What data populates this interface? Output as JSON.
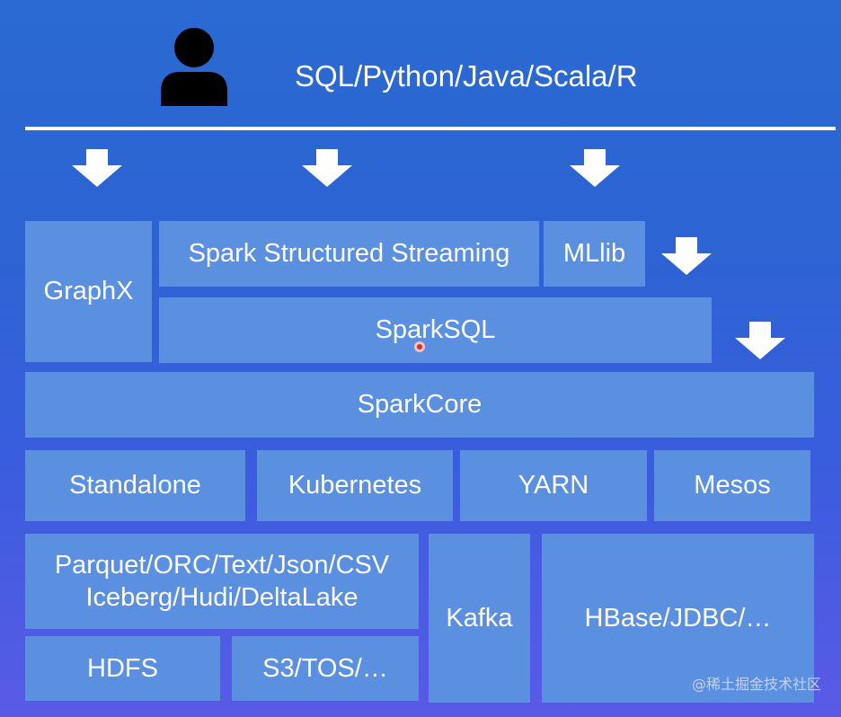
{
  "header": {
    "languages": "SQL/Python/Java/Scala/R",
    "user_icon": "user-icon"
  },
  "layers": {
    "graphx": "GraphX",
    "structured_streaming": "Spark Structured Streaming",
    "mllib": "MLlib",
    "spark_sql": "SparkSQL",
    "spark_core": "SparkCore"
  },
  "resource_managers": {
    "standalone": "Standalone",
    "kubernetes": "Kubernetes",
    "yarn": "YARN",
    "mesos": "Mesos"
  },
  "storage": {
    "formats_line1": "Parquet/ORC/Text/Json/CSV",
    "formats_line2": "Iceberg/Hudi/DeltaLake",
    "hdfs": "HDFS",
    "s3": "S3/TOS/…",
    "kafka": "Kafka",
    "hbase": "HBase/JDBC/…"
  },
  "watermark": "@稀土掘金技术社区",
  "colors": {
    "background_top": "#2a6ad2",
    "background_bottom": "#5a5ae6",
    "block": "#5b8fe0",
    "text": "#ffffff",
    "icon": "#000000"
  }
}
